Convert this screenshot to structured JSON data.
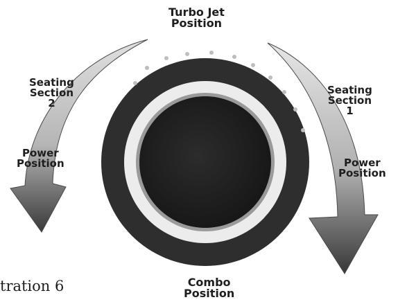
{
  "labels": {
    "turbo_jet": [
      "Turbo Jet",
      "Position"
    ],
    "seating_left": [
      "Seating",
      "Section",
      "2"
    ],
    "power_left": [
      "Power",
      "Position"
    ],
    "seating_right": [
      "Seating",
      "Section",
      "1"
    ],
    "power_right": [
      "Power",
      "Position"
    ],
    "combo": [
      "Combo",
      "Position"
    ]
  },
  "caption": "tration 6",
  "colors": {
    "ring": "#2e2e2e",
    "disc": "#262626",
    "arrow_dark": "#3a3a3a",
    "arrow_light": "#d6d6d6",
    "text": "#1e1e1e"
  }
}
